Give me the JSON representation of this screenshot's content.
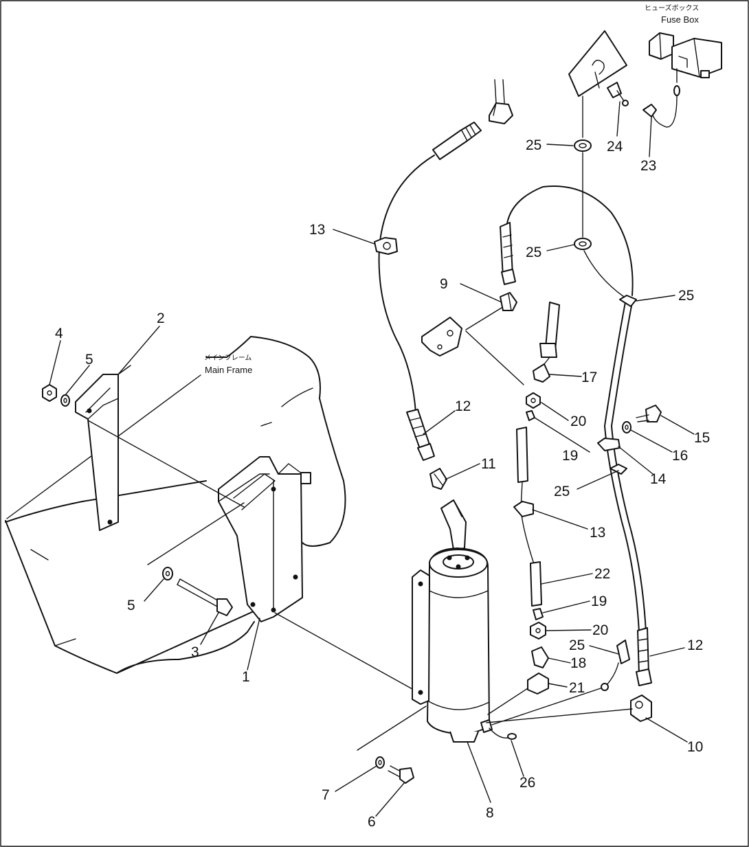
{
  "labels": {
    "fuse_box_jp": "ヒューズボックス",
    "fuse_box_en": "Fuse Box",
    "main_frame_jp": "メインフレーム",
    "main_frame_en": "Main Frame"
  },
  "callouts": [
    {
      "id": "c1",
      "text": "1"
    },
    {
      "id": "c2",
      "text": "2"
    },
    {
      "id": "c3",
      "text": "3"
    },
    {
      "id": "c4",
      "text": "4"
    },
    {
      "id": "c5a",
      "text": "5"
    },
    {
      "id": "c5b",
      "text": "5"
    },
    {
      "id": "c6",
      "text": "6"
    },
    {
      "id": "c7",
      "text": "7"
    },
    {
      "id": "c8",
      "text": "8"
    },
    {
      "id": "c9",
      "text": "9"
    },
    {
      "id": "c10",
      "text": "10"
    },
    {
      "id": "c11",
      "text": "11"
    },
    {
      "id": "c12a",
      "text": "12"
    },
    {
      "id": "c12b",
      "text": "12"
    },
    {
      "id": "c13a",
      "text": "13"
    },
    {
      "id": "c13b",
      "text": "13"
    },
    {
      "id": "c14",
      "text": "14"
    },
    {
      "id": "c15",
      "text": "15"
    },
    {
      "id": "c16",
      "text": "16"
    },
    {
      "id": "c17",
      "text": "17"
    },
    {
      "id": "c18",
      "text": "18"
    },
    {
      "id": "c19a",
      "text": "19"
    },
    {
      "id": "c19b",
      "text": "19"
    },
    {
      "id": "c20a",
      "text": "20"
    },
    {
      "id": "c20b",
      "text": "20"
    },
    {
      "id": "c21",
      "text": "21"
    },
    {
      "id": "c22",
      "text": "22"
    },
    {
      "id": "c23",
      "text": "23"
    },
    {
      "id": "c24",
      "text": "24"
    },
    {
      "id": "c25a",
      "text": "25"
    },
    {
      "id": "c25b",
      "text": "25"
    },
    {
      "id": "c25c",
      "text": "25"
    },
    {
      "id": "c25d",
      "text": "25"
    },
    {
      "id": "c25e",
      "text": "25"
    },
    {
      "id": "c26",
      "text": "26"
    }
  ]
}
